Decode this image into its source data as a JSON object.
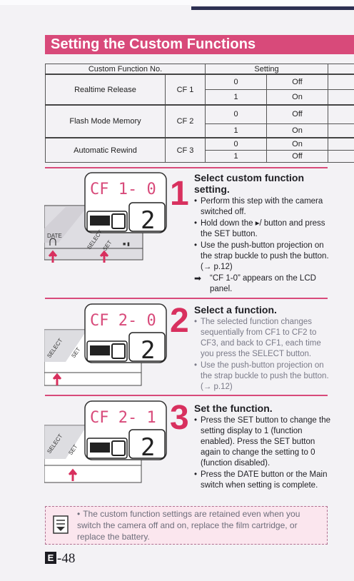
{
  "title": "Setting the Custom Functions",
  "table": {
    "col1": "Custom Function No.",
    "col2": "Setting",
    "rows": [
      {
        "name": "Realtime Release",
        "code": "CF 1",
        "settings": [
          {
            "v": "0",
            "s": "Off"
          },
          {
            "v": "1",
            "s": "On"
          }
        ]
      },
      {
        "name": "Flash Mode Memory",
        "code": "CF 2",
        "settings": [
          {
            "v": "0",
            "s": "Off"
          },
          {
            "v": "1",
            "s": "On"
          }
        ]
      },
      {
        "name": "Automatic Rewind",
        "code": "CF 3",
        "settings": [
          {
            "v": "0",
            "s": "On"
          },
          {
            "v": "1",
            "s": "Off"
          }
        ]
      }
    ]
  },
  "lcd": {
    "step1": "CF 1- 0",
    "step2": "CF 2- 0",
    "step3": "CF 2- 1",
    "digit": "2"
  },
  "illus_labels": {
    "date": "DATE",
    "select": "SELECT",
    "set": "SET"
  },
  "steps": [
    {
      "num": "1",
      "title": "Select custom function setting.",
      "bullets": [
        "Perform this step with the camera switched off.",
        "Hold down the ▸/ button and press the SET button.",
        "Use the push-button projection on the strap buckle to push the button. (→ p.12)"
      ],
      "result": "“CF 1-0” appears on the LCD panel."
    },
    {
      "num": "2",
      "title": "Select a function.",
      "bullets": [
        "The selected function changes sequentially from CF1 to CF2 to CF3, and back to CF1, each time you press the SELECT button.",
        "Use the push-button projection on the strap buckle to push the button. (→ p.12)"
      ]
    },
    {
      "num": "3",
      "title": "Set the function.",
      "bullets": [
        "Press the SET button to change the setting display to 1 (function enabled). Press the SET button again to change the setting to 0 (function disabled).",
        "Press the DATE button or the Main switch when setting is complete."
      ]
    }
  ],
  "note": "The custom function settings are retained even when you switch the camera off and on, replace the film cartridge, or replace the battery.",
  "page": {
    "badge": "E",
    "number": "-48"
  },
  "colors": {
    "accent": "#d84a7a",
    "step_number": "#d8305e",
    "note_bg": "#fbe6ee"
  }
}
